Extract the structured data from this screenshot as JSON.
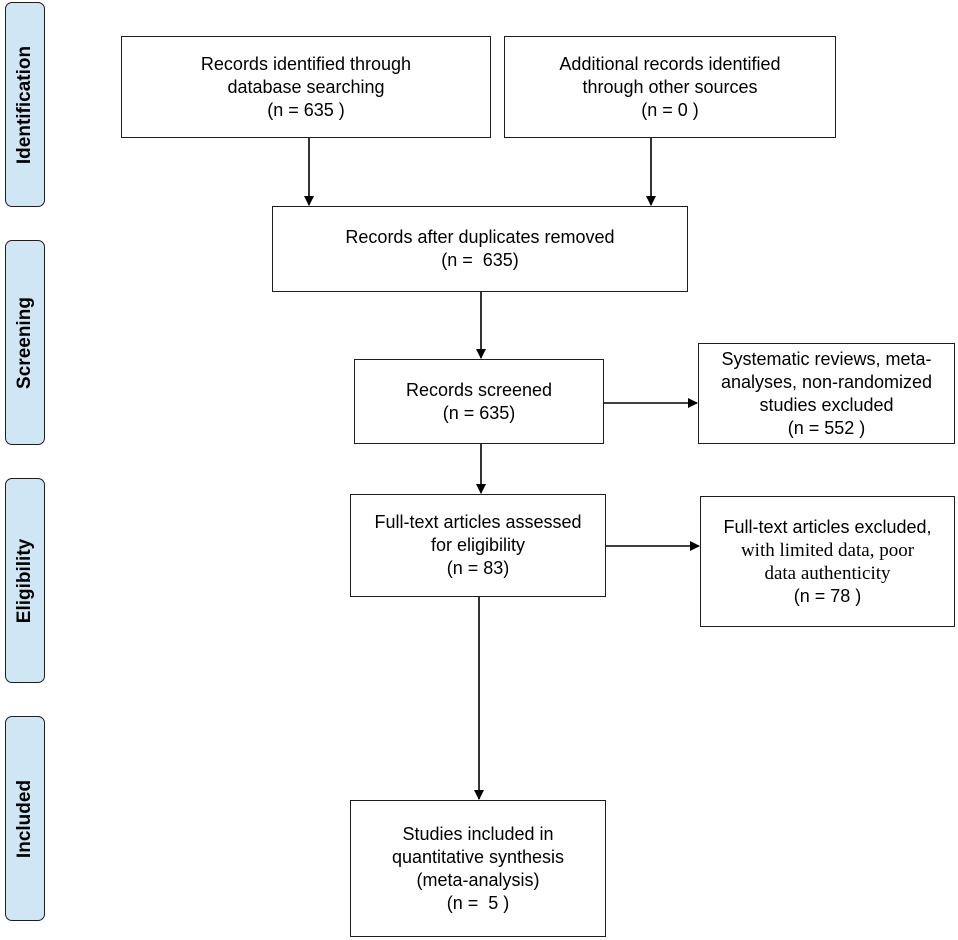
{
  "phases": {
    "identification": "Identification",
    "screening": "Screening",
    "eligibility": "Eligibility",
    "included": "Included"
  },
  "boxes": {
    "db_search": {
      "line1": "Records identified through",
      "line2": "database searching",
      "line3": "(n = 635 )"
    },
    "other_sources": {
      "line1": "Additional records identified",
      "line2": "through other sources",
      "line3": "(n = 0 )"
    },
    "duplicates_removed": {
      "line1": "Records after duplicates removed",
      "line2": "(n =  635)"
    },
    "screened": {
      "line1": "Records screened",
      "line2": "(n = 635)"
    },
    "screen_excluded": {
      "line1": "Systematic reviews, meta-",
      "line2": "analyses, non-randomized",
      "line3": "studies excluded",
      "line4": "(n = 552 )"
    },
    "fulltext_assessed": {
      "line1": "Full-text articles assessed",
      "line2": "for eligibility",
      "line3": "(n = 83)"
    },
    "fulltext_excluded": {
      "line1": "Full-text articles excluded,",
      "line2": "with limited data, poor",
      "line3": "data authenticity",
      "line4": "(n = 78 )"
    },
    "included_studies": {
      "line1": "Studies included in",
      "line2": "quantitative synthesis",
      "line3": "(meta-analysis)",
      "line4": "(n =  5 )"
    }
  }
}
